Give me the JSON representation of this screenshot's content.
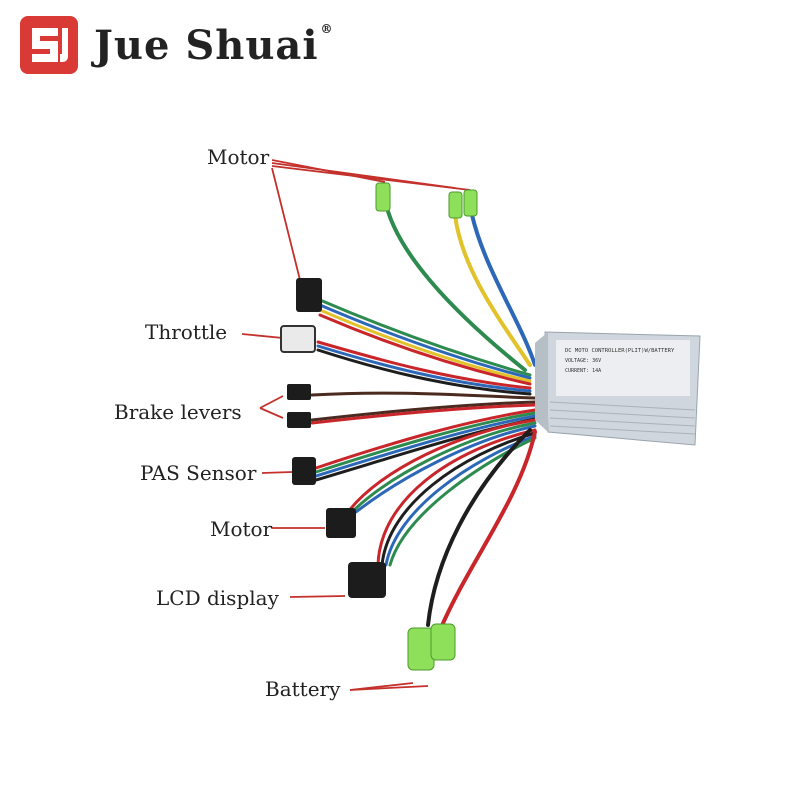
{
  "brand": {
    "name": "Jue Shuai",
    "registered_mark": "®",
    "colors": {
      "logo_red": "#d93a35",
      "text": "#222222"
    }
  },
  "labels": {
    "motor_top": "Motor",
    "throttle": "Throttle",
    "brake_levers": "Brake levers",
    "pas_sensor": "PAS Sensor",
    "motor": "Motor",
    "lcd_display": "LCD display",
    "battery": "Battery"
  },
  "controller_label_lines": [
    "DC MOTO CONTROLLER(PLIT)W/BATTERY",
    "VOLTAGE: 36V",
    "CURRENT: 14A"
  ],
  "colors": {
    "callout_line": "#c4302b",
    "wire_green": "#2e8b4f",
    "wire_yellow": "#e2c22a",
    "wire_blue": "#2d68b8",
    "wire_red": "#c8262a",
    "wire_black": "#1e1e1e",
    "wire_brown": "#4b2a1f",
    "connector_green": "#8ee05a",
    "controller_silver": "#cfd6dd"
  }
}
